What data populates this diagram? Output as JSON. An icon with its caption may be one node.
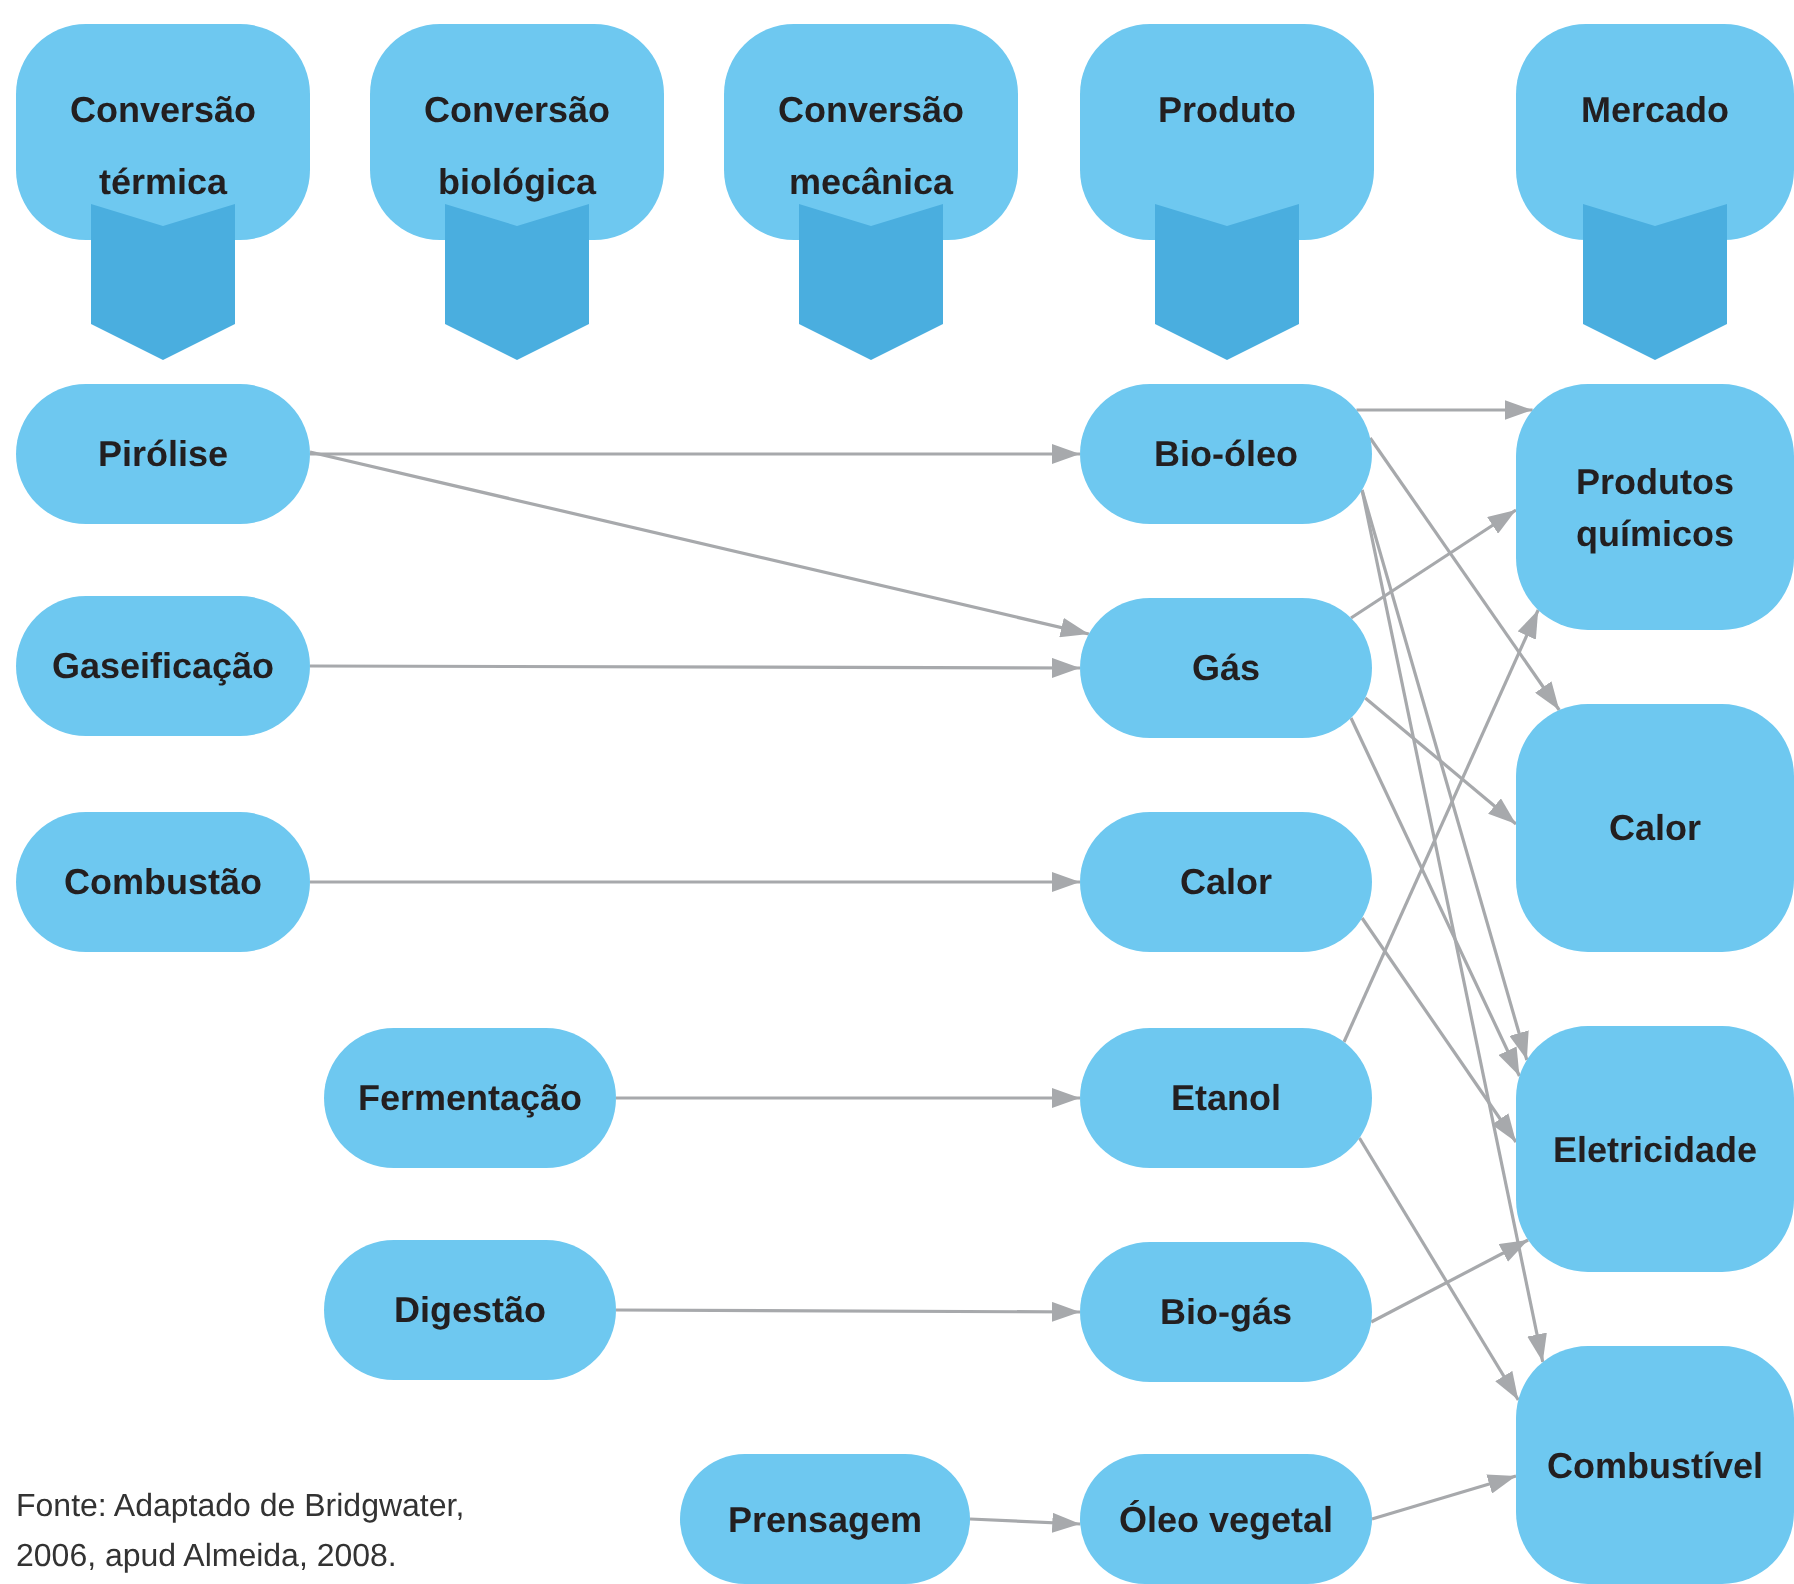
{
  "diagram": {
    "caption": "Fonte: Adaptado de Bridgwater, 2006, apud Almeida, 2008.",
    "nodes": [
      {
        "text": [
          "Conversão térmica"
        ]
      },
      {
        "text": [
          "Conversão biológica"
        ]
      },
      {
        "text": [
          "Conversão mecânica"
        ]
      },
      {
        "text": [
          "Produto"
        ]
      },
      {
        "text": [
          "Mercado"
        ]
      },
      {
        "text": [
          "Pirólise"
        ]
      },
      {
        "text": [
          "Gaseificação"
        ]
      },
      {
        "text": [
          "Combustão"
        ]
      },
      {
        "text": [
          "Fermentação"
        ]
      },
      {
        "text": [
          "Digestão"
        ]
      },
      {
        "text": [
          "Prensagem"
        ]
      },
      {
        "text": [
          "Bio-óleo"
        ]
      },
      {
        "text": [
          "Gás"
        ]
      },
      {
        "text": [
          "Calor"
        ]
      },
      {
        "text": [
          "Etanol"
        ]
      },
      {
        "text": [
          "Bio-gás"
        ]
      },
      {
        "text": [
          "Óleo vegetal"
        ]
      },
      {
        "text": [
          "Produtos químicos"
        ]
      },
      {
        "text": [
          "Calor"
        ]
      },
      {
        "text": [
          "Eletricidade"
        ]
      },
      {
        "text": [
          "Combustível"
        ]
      }
    ],
    "edges": [
      {
        "from": 5,
        "to": 11,
        "arrow": "to"
      },
      {
        "from": 5,
        "to": 12,
        "arrow": "to"
      },
      {
        "from": 6,
        "to": 12,
        "arrow": "to"
      },
      {
        "from": 7,
        "to": 13,
        "arrow": "to"
      },
      {
        "from": 8,
        "to": 14,
        "arrow": "to"
      },
      {
        "from": 9,
        "to": 15,
        "arrow": "to"
      },
      {
        "from": 10,
        "to": 16,
        "arrow": "to"
      },
      {
        "from": 11,
        "to": 17,
        "arrow": "to"
      },
      {
        "from": 11,
        "to": 18,
        "arrow": "to"
      },
      {
        "from": 11,
        "to": 19,
        "arrow": "to"
      },
      {
        "from": 11,
        "to": 20,
        "arrow": "to"
      },
      {
        "from": 12,
        "to": 17,
        "arrow": "to"
      },
      {
        "from": 12,
        "to": 18,
        "arrow": "to"
      },
      {
        "from": 12,
        "to": 19,
        "arrow": "to"
      },
      {
        "from": 13,
        "to": 19,
        "arrow": "to"
      },
      {
        "from": 14,
        "to": 17,
        "arrow": "to"
      },
      {
        "from": 14,
        "to": 20,
        "arrow": "to"
      },
      {
        "from": 15,
        "to": 19,
        "arrow": "to"
      },
      {
        "from": 16,
        "to": 20,
        "arrow": "to"
      }
    ]
  }
}
